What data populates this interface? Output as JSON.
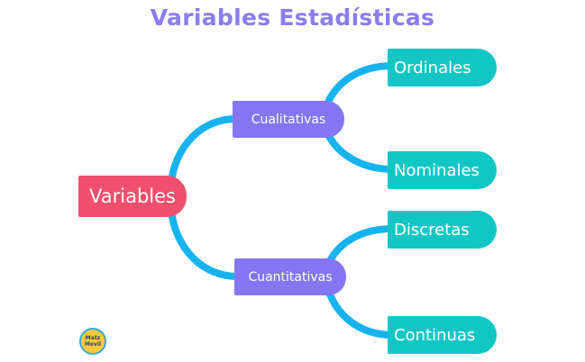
{
  "title": "Variables Estadísticas",
  "root": {
    "label": "Variables"
  },
  "branches": [
    {
      "label": "Cualitativas",
      "children": [
        {
          "label": "Ordinales"
        },
        {
          "label": "Nominales"
        }
      ]
    },
    {
      "label": "Cuantitativas",
      "children": [
        {
          "label": "Discretas"
        },
        {
          "label": "Continuas"
        }
      ]
    }
  ],
  "logo": {
    "text_line1": "Matz",
    "text_line2": "Movil"
  },
  "colors": {
    "title": "#8b7cf0",
    "root": "#f0506e",
    "branch": "#8476f0",
    "leaf": "#13c6c6",
    "connector": "#17b3ee"
  }
}
